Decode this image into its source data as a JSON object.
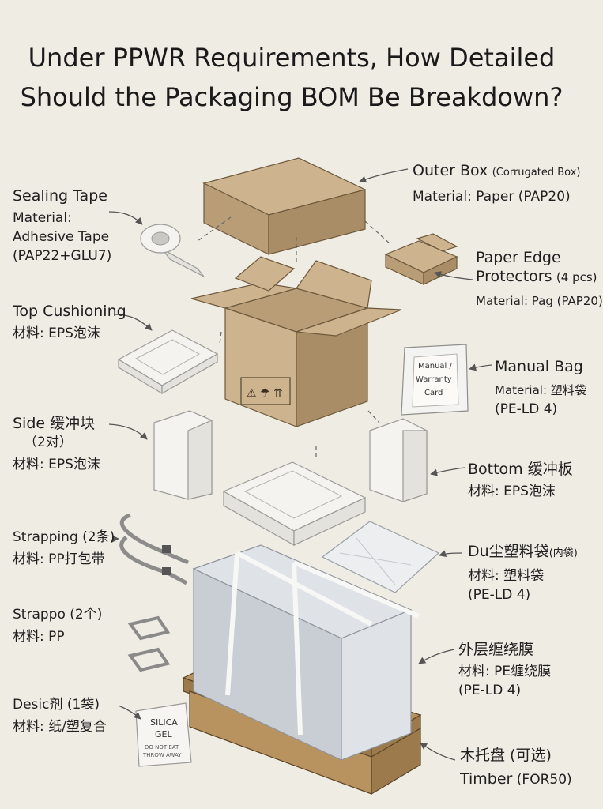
{
  "title": {
    "line1": "Under PPWR Requirements, How Detailed",
    "line2": "Should the Packaging BOM Be Breakdown?"
  },
  "labels": {
    "outer_box": {
      "name": "Outer Box",
      "note": "(Corrugated Box)",
      "material": "Material: Paper (PAP20)"
    },
    "sealing_tape": {
      "name": "Sealing Tape",
      "m1": "Material:",
      "m2": "Adhesive Tape",
      "m3": "(PAP22+GLU7)"
    },
    "edge_protectors": {
      "name": "Paper Edge",
      "name2": "Protectors",
      "note": "(4 pcs)",
      "material": "Material: Pag (PAP20)"
    },
    "top_cushion": {
      "name": "Top Cushioning",
      "material": "材料: EPS泡沫"
    },
    "manual_bag": {
      "name": "Manual Bag",
      "material": "Material: 塑料袋",
      "code": "(PE-LD 4)",
      "card1": "Manual /",
      "card2": "Warranty",
      "card3": "Card"
    },
    "side_block": {
      "name": "Side 缓冲块",
      "qty": "（2对）",
      "material": "材料: EPS泡沫"
    },
    "bottom_board": {
      "name": "Bottom 缓冲板",
      "material": "材料: EPS泡沫"
    },
    "strapping": {
      "name": "Strapping (2条)",
      "material": "材料: PP打包带"
    },
    "dust_bag": {
      "name": "Du尘塑料袋",
      "note": "(内袋)",
      "material": "材料: 塑料袋",
      "code": "(PE-LD 4)"
    },
    "strappo": {
      "name": "Strappo (2个)",
      "material": "材料: PP"
    },
    "wrap_film": {
      "name": "外层缠绕膜",
      "material": "材料: PE缠绕膜",
      "code": "(PE-LD 4)"
    },
    "desiccant": {
      "name": "Desic剂 (1袋)",
      "material": "材料: 纸/塑复合",
      "pack1": "SILICA",
      "pack2": "GEL",
      "pack3": "DO NOT EAT",
      "pack4": "THROW AWAY"
    },
    "pallet": {
      "name": "木托盘 (可选)",
      "material": "Timber",
      "code": "(FOR50)"
    }
  }
}
